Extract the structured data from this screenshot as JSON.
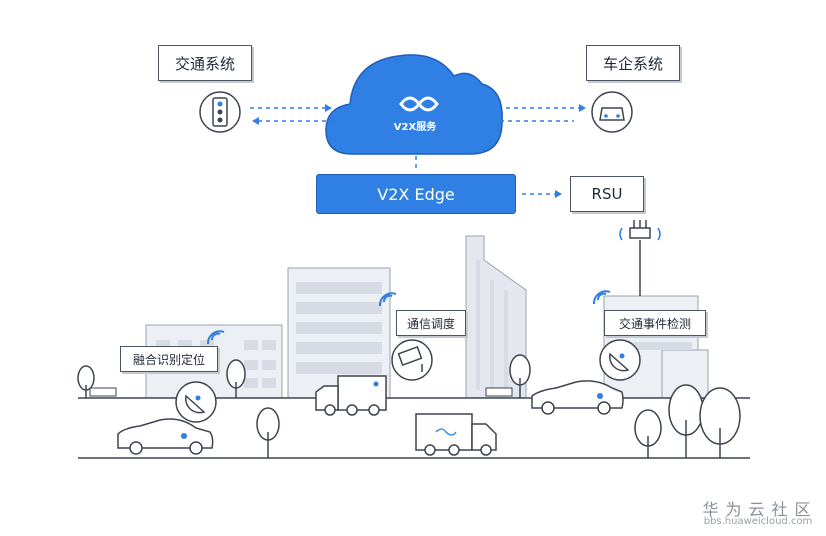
{
  "labels": {
    "traffic_system": "交通系统",
    "vehicle_system": "车企系统",
    "v2x_service": "V2X服务",
    "v2x_edge": "V2X Edge",
    "rsu": "RSU",
    "fusion": "融合识别定位",
    "dispatch": "通信调度",
    "event_detect": "交通事件检测"
  },
  "watermark": {
    "brand": "华为云社区",
    "url": "bbs.huaweicloud.com"
  },
  "colors": {
    "accent": "#2f7fe4",
    "accent_dark": "#1f5fb8",
    "line": "#3d4450",
    "building": "#e8ebf0"
  }
}
